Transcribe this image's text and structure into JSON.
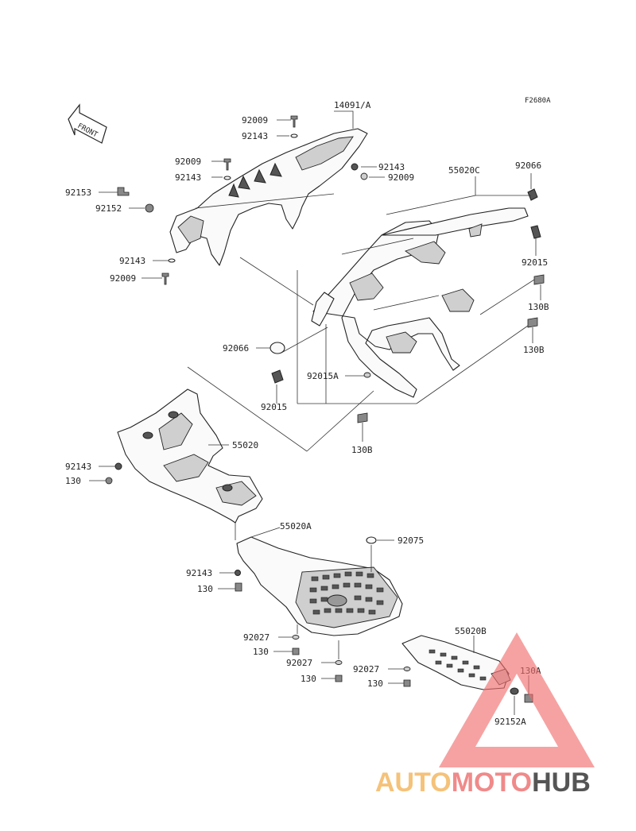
{
  "diagram": {
    "ref_code": "F2680A",
    "front_label": "FRONT",
    "labels": [
      {
        "id": "l-92009-a",
        "text": "92009"
      },
      {
        "id": "l-14091a",
        "text": "14091/A"
      },
      {
        "id": "l-92143-a",
        "text": "92143"
      },
      {
        "id": "l-92143-b",
        "text": "92143"
      },
      {
        "id": "l-92009-b",
        "text": "92009"
      },
      {
        "id": "l-92009-c",
        "text": "92009"
      },
      {
        "id": "l-92143-c",
        "text": "92143"
      },
      {
        "id": "l-55020c",
        "text": "55020C"
      },
      {
        "id": "l-92066-a",
        "text": "92066"
      },
      {
        "id": "l-92153",
        "text": "92153"
      },
      {
        "id": "l-92152",
        "text": "92152"
      },
      {
        "id": "l-92143-d",
        "text": "92143"
      },
      {
        "id": "l-92009-d",
        "text": "92009"
      },
      {
        "id": "l-92015-a",
        "text": "92015"
      },
      {
        "id": "l-130b-a",
        "text": "130B"
      },
      {
        "id": "l-130b-b",
        "text": "130B"
      },
      {
        "id": "l-92066-b",
        "text": "92066"
      },
      {
        "id": "l-92015a",
        "text": "92015A"
      },
      {
        "id": "l-92015-b",
        "text": "92015"
      },
      {
        "id": "l-55020",
        "text": "55020"
      },
      {
        "id": "l-130b-c",
        "text": "130B"
      },
      {
        "id": "l-92143-e",
        "text": "92143"
      },
      {
        "id": "l-130-a",
        "text": "130"
      },
      {
        "id": "l-55020a",
        "text": "55020A"
      },
      {
        "id": "l-92075",
        "text": "92075"
      },
      {
        "id": "l-92143-f",
        "text": "92143"
      },
      {
        "id": "l-130-b",
        "text": "130"
      },
      {
        "id": "l-55020b",
        "text": "55020B"
      },
      {
        "id": "l-92027-a",
        "text": "92027"
      },
      {
        "id": "l-130-c",
        "text": "130"
      },
      {
        "id": "l-92027-b",
        "text": "92027"
      },
      {
        "id": "l-92027-c",
        "text": "92027"
      },
      {
        "id": "l-130a",
        "text": "130A"
      },
      {
        "id": "l-130-d",
        "text": "130"
      },
      {
        "id": "l-130-e",
        "text": "130"
      },
      {
        "id": "l-92152a",
        "text": "92152A"
      }
    ]
  },
  "watermark": {
    "text_part1": "AUTO",
    "text_part2": "MOTO",
    "text_part3": "HUB",
    "color_part1": "#f5c27a",
    "color_part2": "#f08a8a",
    "color_part3": "#555555",
    "triangle_color": "#f26d6d"
  }
}
